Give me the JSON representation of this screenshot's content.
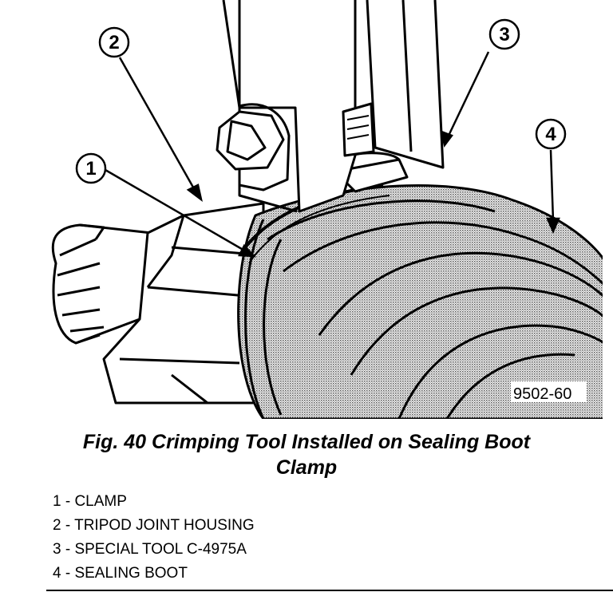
{
  "figure": {
    "id_label": "9502-60",
    "callouts": [
      "2",
      "3",
      "1",
      "4"
    ]
  },
  "caption": {
    "line1": "Fig. 40 Crimping Tool Installed on Sealing Boot",
    "line2": "Clamp"
  },
  "legend": [
    "1 - CLAMP",
    "2 - TRIPOD JOINT HOUSING",
    "3 - SPECIAL TOOL C-4975A",
    "4 - SEALING BOOT"
  ],
  "colors": {
    "ink": "#000000",
    "paper": "#ffffff",
    "shade": "#9a9a9a"
  }
}
